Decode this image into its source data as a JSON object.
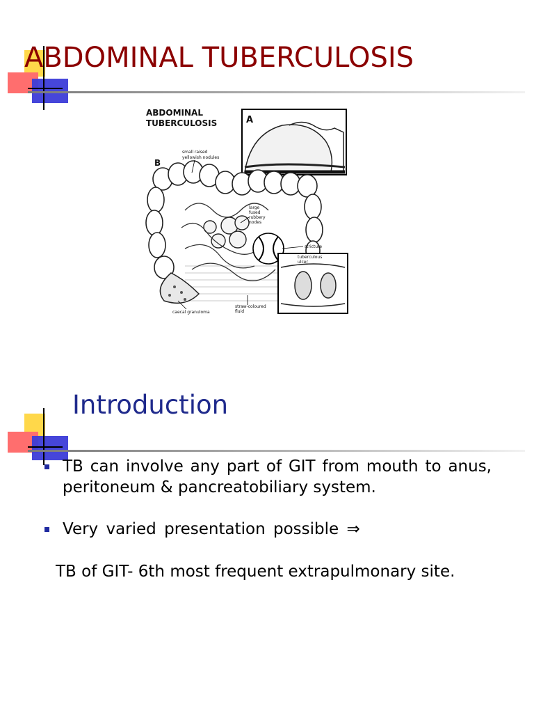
{
  "title": "ABDOMINAL TUBERCULOSIS",
  "figure": {
    "heading_line1": "ABDOMINAL",
    "heading_line2": "TUBERCULOSIS",
    "panel_a": "A",
    "panel_b": "B",
    "label_nodules_1": "small raised",
    "label_nodules_2": "yellowish nodules",
    "label_nodes_1": "large",
    "label_nodes_2": "fused",
    "label_nodes_3": "rubbery",
    "label_nodes_4": "nodes",
    "label_stricture": "stricture",
    "label_ulcer_1": "tuberculous",
    "label_ulcer_2": "ulcer",
    "label_granuloma": "caecal granuloma",
    "label_fluid_1": "straw-coloured",
    "label_fluid_2": "fluid"
  },
  "section_heading": "Introduction",
  "bullets": [
    "TB can involve any part of  GIT from  mouth to anus,  peritoneum & pancreatobiliary system.",
    "Very   varied  presentation  possible ⇒"
  ],
  "plain_line": "TB of   GIT-  6th most frequent extrapulmonary site.",
  "colors": {
    "title": "#8b0000",
    "heading": "#1f2a8c",
    "deco_yellow": "#ffd700",
    "deco_red": "#ff6b6b",
    "deco_blue": "#3a3ad6",
    "bullet": "#1f2aa0"
  }
}
